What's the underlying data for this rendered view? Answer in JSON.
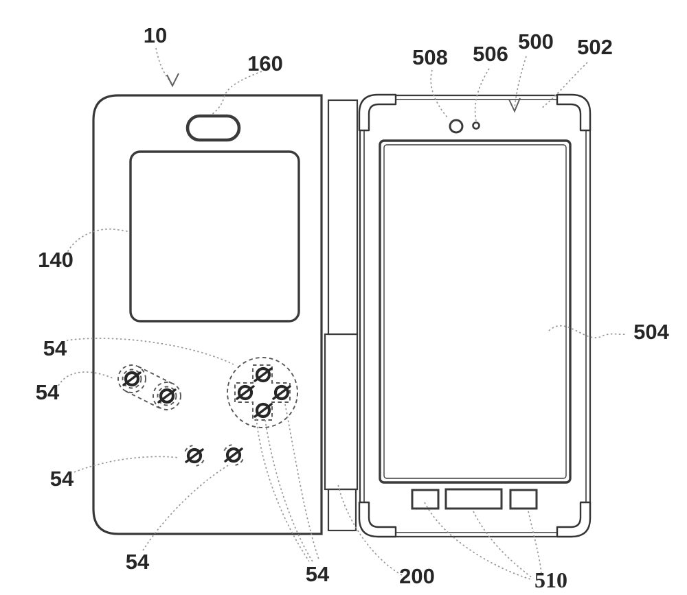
{
  "figure": {
    "background_color": "#ffffff",
    "line_color": "#3a3a3a",
    "leader_color": "#979797",
    "labels": {
      "cover": "10",
      "speaker_opening": "160",
      "window": "140",
      "dpad_buttons": "54",
      "left_button_pair": "54",
      "small_buttons": "54",
      "small_button_2": "54",
      "dpad_buttons_2": "54",
      "hinge": "200",
      "phone": "500",
      "corner_guard": "502",
      "screen": "504",
      "sensor": "506",
      "camera": "508",
      "bottom_buttons": "510"
    }
  }
}
